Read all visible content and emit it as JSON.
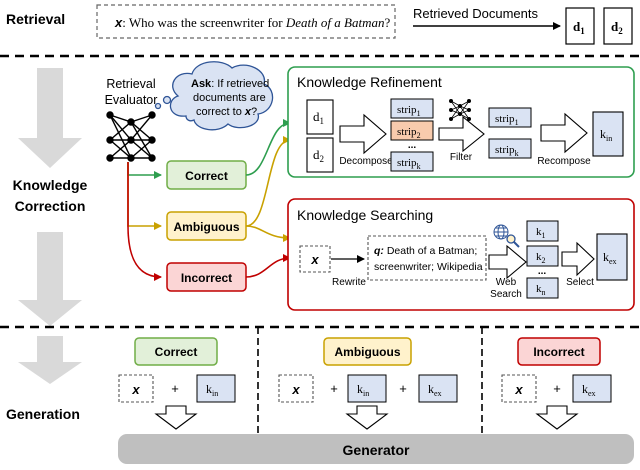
{
  "stages": {
    "retrieval": "Retrieval",
    "correction_line1": "Knowledge",
    "correction_line2": "Correction",
    "generation": "Generation"
  },
  "query_box": {
    "var": "x",
    "text": ": Who was the screenwriter for ",
    "title": "Death of a Batman",
    "suffix": "?"
  },
  "retrieved_documents": {
    "label": "Retrieved Documents",
    "docs": [
      "d",
      "d"
    ],
    "subs": [
      "1",
      "2"
    ]
  },
  "evaluator": {
    "line1": "Retrieval",
    "line2": "Evaluator",
    "cloud": {
      "ask": "Ask",
      "l1": ": If retrieved",
      "l2": "documents are",
      "l3": "correct to ",
      "l3_var": "x",
      "l3_end": "?"
    }
  },
  "actions": {
    "correct": "Correct",
    "ambiguous": "Ambiguous",
    "incorrect": "Incorrect"
  },
  "refinement": {
    "title": "Knowledge Refinement",
    "docs": [
      "d",
      "d"
    ],
    "doc_subs": [
      "1",
      "2"
    ],
    "decompose": "Decompose",
    "strips": [
      {
        "base": "strip",
        "sub": "1"
      },
      {
        "base": "strip",
        "sub": "2"
      },
      {
        "base": "strip",
        "sub": "k"
      }
    ],
    "dots": "...",
    "filter": "Filter",
    "filtered": [
      {
        "base": "strip",
        "sub": "1"
      },
      {
        "base": "strip",
        "sub": "k"
      }
    ],
    "recompose": "Recompose",
    "k_in": {
      "base": "k",
      "sub": "in"
    }
  },
  "searching": {
    "title": "Knowledge Searching",
    "var": "x",
    "rewrite": "Rewrite",
    "q_label": "q:",
    "q_line1": " Death of a Batman;",
    "q_line2": "screenwriter; Wikipedia",
    "web_search_l1": "Web",
    "web_search_l2": "Search",
    "results": [
      {
        "base": "k",
        "sub": "1"
      },
      {
        "base": "k",
        "sub": "2"
      },
      {
        "base": "k",
        "sub": "n"
      }
    ],
    "dots": "...",
    "select": "Select",
    "k_ex": {
      "base": "k",
      "sub": "ex"
    }
  },
  "generation": {
    "panels": [
      {
        "label": "Correct"
      },
      {
        "label": "Ambiguous"
      },
      {
        "label": "Incorrect"
      }
    ],
    "var": "x",
    "plus": "+",
    "k_in": {
      "base": "k",
      "sub": "in"
    },
    "k_ex": {
      "base": "k",
      "sub": "ex"
    },
    "generator": "Generator"
  },
  "colors": {
    "correct_fill": "#e2f0d9",
    "correct_stroke": "#70ad47",
    "ambiguous_fill": "#fff2cc",
    "ambiguous_stroke": "#c9a100",
    "incorrect_fill": "#fbd5d5",
    "incorrect_stroke": "#c00000",
    "knowledge_fill": "#dae3f3",
    "strip_highlight": "#f8cbad",
    "refinement_border": "#2e9e4f",
    "searching_border": "#c00000",
    "generator_fill": "#bfbfbf"
  }
}
